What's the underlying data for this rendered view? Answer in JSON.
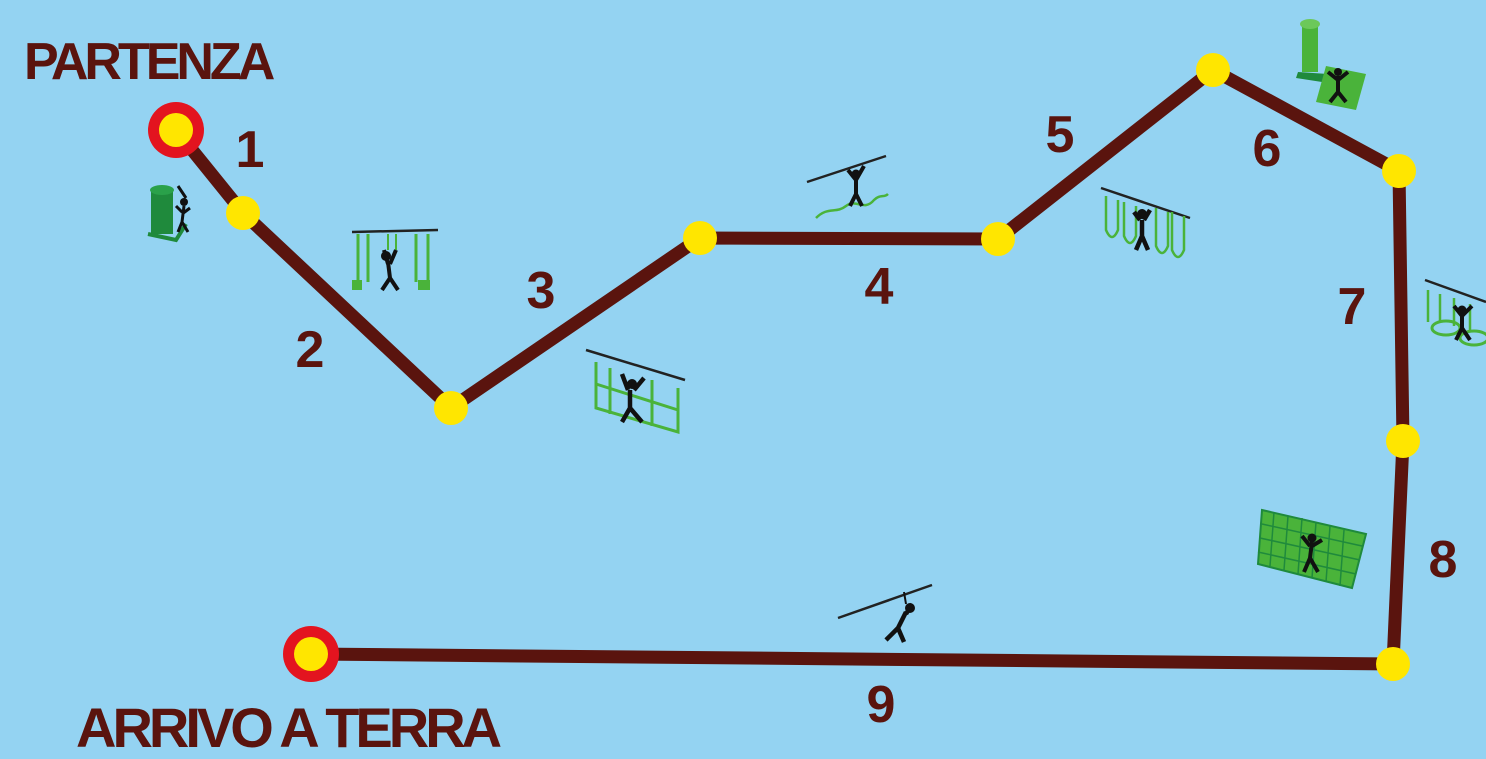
{
  "labels": {
    "start": "PARTENZA",
    "finish": "ARRIVO A TERRA"
  },
  "segments": [
    "1",
    "2",
    "3",
    "4",
    "5",
    "6",
    "7",
    "8",
    "9"
  ],
  "colors": {
    "background": "#94d3f2",
    "path": "#5a140e",
    "node": "#ffe600",
    "endpoint_ring": "#e3141f",
    "obstacle_green": "#4ab33a",
    "obstacle_dark_green": "#1f8a3c",
    "figure": "#111111"
  },
  "obstacles": [
    {
      "segment": "1",
      "icon": "climbing-pole-icon"
    },
    {
      "segment": "2",
      "icon": "hanging-bar-bridge-icon"
    },
    {
      "segment": "3",
      "icon": "rope-ladder-bridge-icon"
    },
    {
      "segment": "4",
      "icon": "wobbly-rope-walk-icon"
    },
    {
      "segment": "5",
      "icon": "hanging-loops-bridge-icon"
    },
    {
      "segment": "6",
      "icon": "climbing-wall-platform-icon"
    },
    {
      "segment": "7",
      "icon": "hanging-rings-bridge-icon"
    },
    {
      "segment": "8",
      "icon": "cargo-net-icon"
    },
    {
      "segment": "9",
      "icon": "zipline-icon"
    }
  ]
}
